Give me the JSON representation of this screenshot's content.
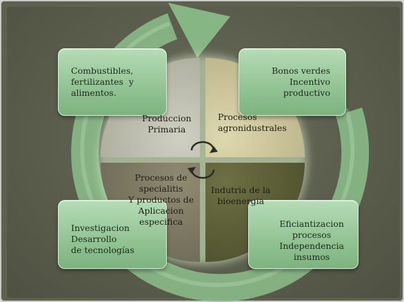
{
  "corners": {
    "top_left": "Combustibles,\nfertilizantes  y\nalimentos.",
    "top_right": "Bonos verdes\nIncentivo\nproductivo",
    "bottom_left": "Investigacion\nDesarrollo\nde tecnologías",
    "bottom_right": "Eficiantizacion\nprocesos\nIndependencia\ninsumos"
  },
  "quadrants": {
    "top_left": "Produccion\nPrimaria",
    "top_right": "Procesos\nagronidustrales",
    "bottom_left": "Procesos de\nspecialitis\nY productos de\nAplicacion\nespecifica",
    "bottom_right": "Indutria de la\nbioenergia"
  },
  "colors": {
    "background": "#5e6050",
    "cycle_arrow": "#8cc08c",
    "quadrant_top_left": "#b8b8a8",
    "quadrant_top_right": "#c9c39a",
    "quadrant_bottom_left": "#7e7a64",
    "quadrant_bottom_right": "#5e6138"
  },
  "icons": {
    "cycle_arrow": "large-circular-arrow",
    "center": "refresh-cycle-icon"
  }
}
